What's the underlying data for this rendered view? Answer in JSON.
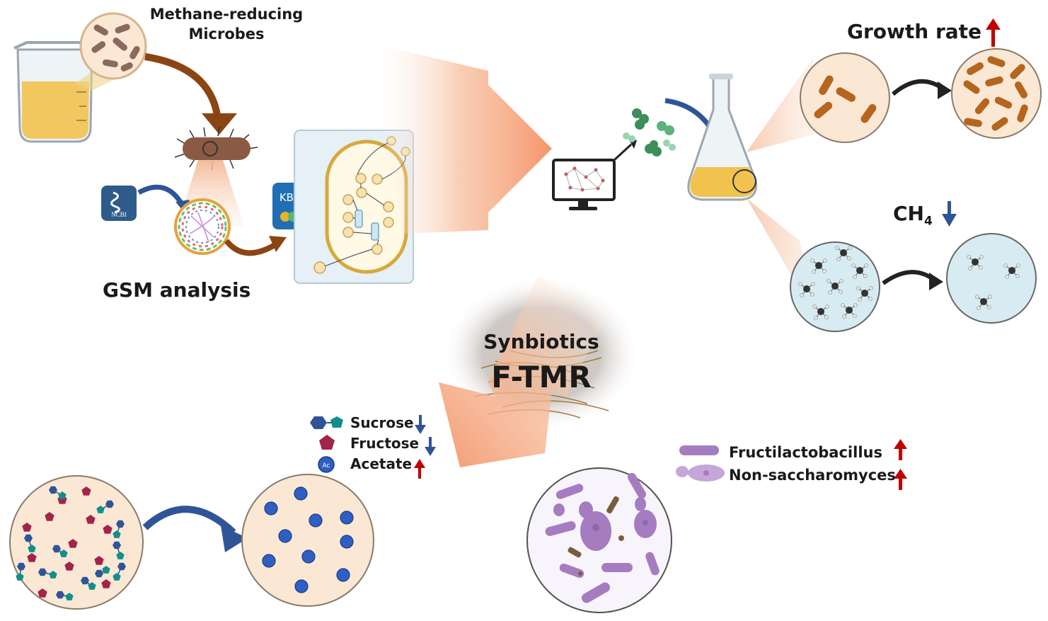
{
  "labels": {
    "methane_line1": "Methane-reducing",
    "methane_line2": "Microbes",
    "gsm": "GSM analysis",
    "ncbi": "NCBI",
    "kbase": "KBase",
    "growth_rate": "Growth rate",
    "ch4_main": "CH",
    "ch4_sub": "4",
    "synbiotics": "Synbiotics",
    "ftmr": "F-TMR"
  },
  "legend_left": [
    {
      "label": "Sucrose",
      "trend": "down"
    },
    {
      "label": "Fructose",
      "trend": "down"
    },
    {
      "label": "Acetate",
      "trend": "up"
    }
  ],
  "legend_right": [
    {
      "label": "Fructilactobacillus",
      "trend": "up"
    },
    {
      "label": "Non-saccharomyces",
      "trend": "up"
    }
  ],
  "acetate_symbol": "Ac",
  "colors": {
    "up_arrow": "#c00000",
    "down_arrow": "#2f5597",
    "bacteria": "#b5651d",
    "microbe_brown": "#8a5a44",
    "flow_arrow": "#8b4513",
    "big_arrow": "#f4a27d",
    "kbase": "#1f6fb2",
    "ncbi": "#2e5b8a",
    "broth": "#f2c24f",
    "sucrose_blue": "#2f5597",
    "sucrose_teal": "#138f8a",
    "fructose": "#a3244a",
    "purple_microbe": "#a67cc0",
    "circle_fill_tan": "#fbe8d4",
    "circle_fill_blue": "#d7ecf2"
  }
}
